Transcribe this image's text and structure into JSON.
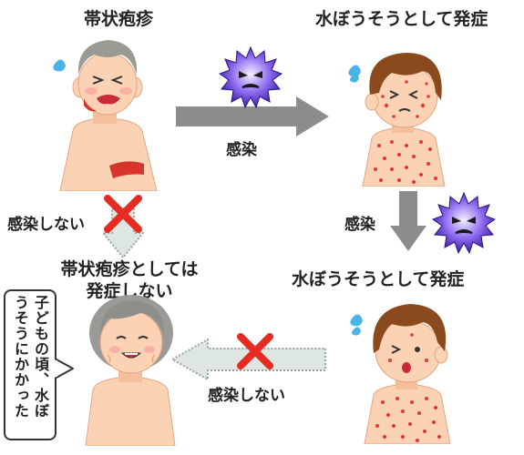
{
  "labels": {
    "shingles_title": "帯状疱疹",
    "chickenpox_title_top": "水ぼうそうとして発症",
    "infect_top_arrow": "感染",
    "no_infect_left": "感染しない",
    "infect_right": "感染",
    "not_shingles_line1": "帯状疱疹としては",
    "not_shingles_line2": "発症しない",
    "chickenpox_title_bottom": "水ぼうそうとして発症",
    "no_infect_bottom": "感染しない"
  },
  "speech": {
    "line1": "子どもの頃、水ぼ",
    "line2": "うそうにかかった"
  },
  "colors": {
    "arrow_gray": "#8c8c8c",
    "dotted_arrow_fill": "#dde6e0",
    "dotted_arrow_stroke": "#9aa39c",
    "cross_red": "#e62c22",
    "virus_purple": "#6a3fd8",
    "skin": "#fcd2b4",
    "rash": "#e23a3a",
    "tear": "#49b4e8"
  },
  "icons": {
    "virus": "virus-icon",
    "cross": "cross-mark-icon",
    "tear": "sweat-drop-icon"
  }
}
